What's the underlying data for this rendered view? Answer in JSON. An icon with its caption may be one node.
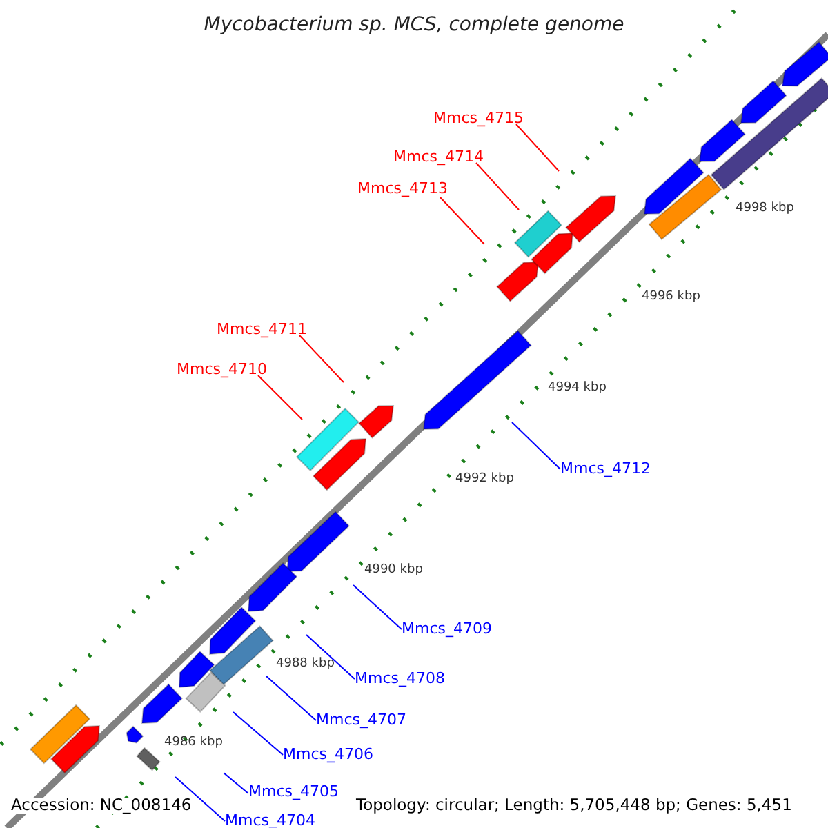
{
  "diagram": {
    "title": "Mycobacterium sp. MCS, complete genome",
    "nodes": [
      {
        "text": [
          "Mmcs_4715"
        ]
      },
      {
        "text": [
          "Mmcs_4714"
        ]
      },
      {
        "text": [
          "Mmcs_4713"
        ]
      },
      {
        "text": [
          "Mmcs_4711"
        ]
      },
      {
        "text": [
          "Mmcs_4710"
        ]
      },
      {
        "text": [
          "Mmcs_4712"
        ]
      },
      {
        "text": [
          "Mmcs_4709"
        ]
      },
      {
        "text": [
          "Mmcs_4708"
        ]
      },
      {
        "text": [
          "Mmcs_4707"
        ]
      },
      {
        "text": [
          "Mmcs_4706"
        ]
      },
      {
        "text": [
          "Mmcs_4705"
        ]
      },
      {
        "text": [
          "Mmcs_4704"
        ]
      }
    ],
    "edges": [
      {
        "from": 0,
        "to": null,
        "arrow": "none",
        "color": "#ff0000"
      },
      {
        "from": 1,
        "to": null,
        "arrow": "none",
        "color": "#ff0000"
      },
      {
        "from": 2,
        "to": null,
        "arrow": "none",
        "color": "#ff0000"
      },
      {
        "from": 3,
        "to": null,
        "arrow": "none",
        "color": "#ff0000"
      },
      {
        "from": 4,
        "to": null,
        "arrow": "none",
        "color": "#ff0000"
      },
      {
        "from": 5,
        "to": null,
        "arrow": "none"
      },
      {
        "from": 6,
        "to": null,
        "arrow": "none"
      },
      {
        "from": 7,
        "to": null,
        "arrow": "none"
      },
      {
        "from": 8,
        "to": null,
        "arrow": "none"
      },
      {
        "from": 9,
        "to": null,
        "arrow": "none"
      },
      {
        "from": 10,
        "to": null,
        "arrow": "none"
      },
      {
        "from": 11,
        "to": null,
        "arrow": "none"
      }
    ],
    "labels": [
      "4998 kbp",
      "4996 kbp",
      "4994 kbp",
      "4992 kbp",
      "4990 kbp",
      "4988 kbp",
      "4986 kbp",
      "Accession: NC_008146",
      "Topology: circular; Length: 5,705,448 bp; Genes: 5,451"
    ]
  }
}
